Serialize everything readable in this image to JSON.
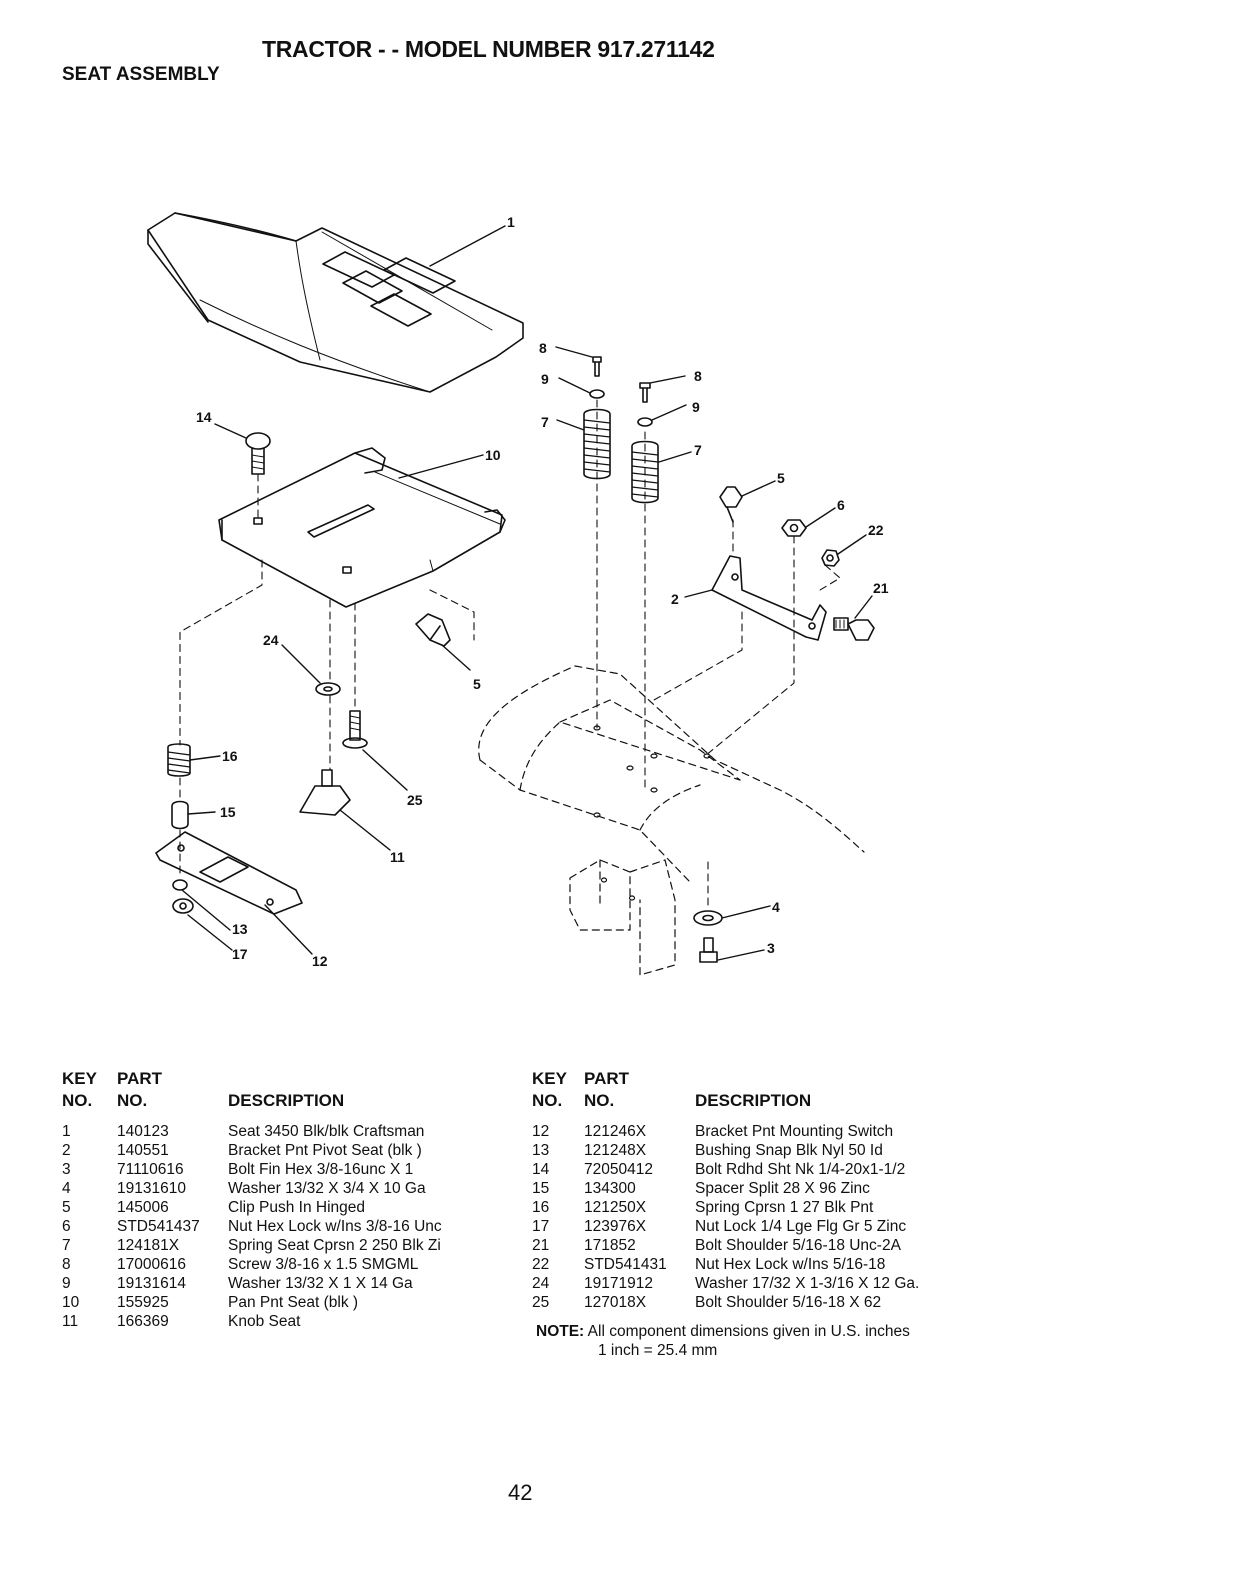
{
  "header": {
    "title": "TRACTOR - - MODEL NUMBER 917.271142",
    "subtitle": "SEAT ASSEMBLY"
  },
  "diagram": {
    "callouts": {
      "c1": "1",
      "c2": "2",
      "c3": "3",
      "c4": "4",
      "c5a": "5",
      "c5b": "5",
      "c6": "6",
      "c7a": "7",
      "c7b": "7",
      "c8a": "8",
      "c8b": "8",
      "c9a": "9",
      "c9b": "9",
      "c10": "10",
      "c11": "11",
      "c12": "12",
      "c13": "13",
      "c14": "14",
      "c15": "15",
      "c16": "16",
      "c17": "17",
      "c21": "21",
      "c22": "22",
      "c24": "24",
      "c25": "25"
    }
  },
  "table_headers": {
    "key_line1": "KEY",
    "key_line2": "NO.",
    "part_line1": "PART",
    "part_line2": "NO.",
    "description": "DESCRIPTION"
  },
  "parts_left": [
    {
      "key": "1",
      "part": "140123",
      "desc": "Seat 3450 Blk/blk Craftsman"
    },
    {
      "key": "2",
      "part": "140551",
      "desc": "Bracket Pnt Pivot Seat (blk )"
    },
    {
      "key": "3",
      "part": "71110616",
      "desc": "Bolt Fin Hex 3/8-16unc X 1"
    },
    {
      "key": "4",
      "part": "19131610",
      "desc": "Washer 13/32 X 3/4 X 10 Ga"
    },
    {
      "key": "5",
      "part": "145006",
      "desc": "Clip Push In Hinged"
    },
    {
      "key": "6",
      "part": "STD541437",
      "desc": "Nut Hex Lock w/Ins 3/8-16 Unc"
    },
    {
      "key": "7",
      "part": "124181X",
      "desc": "Spring Seat Cprsn 2 250 Blk Zi"
    },
    {
      "key": "8",
      "part": "17000616",
      "desc": "Screw 3/8-16 x 1.5 SMGML"
    },
    {
      "key": "9",
      "part": "19131614",
      "desc": "Washer 13/32 X 1 X 14 Ga"
    },
    {
      "key": "10",
      "part": "155925",
      "desc": "Pan Pnt Seat (blk )"
    },
    {
      "key": "11",
      "part": "166369",
      "desc": "Knob Seat"
    }
  ],
  "parts_right": [
    {
      "key": "12",
      "part": "121246X",
      "desc": "Bracket Pnt Mounting Switch"
    },
    {
      "key": "13",
      "part": "121248X",
      "desc": "Bushing Snap Blk Nyl 50 Id"
    },
    {
      "key": "14",
      "part": "72050412",
      "desc": "Bolt Rdhd Sht Nk 1/4-20x1-1/2"
    },
    {
      "key": "15",
      "part": "134300",
      "desc": "Spacer Split 28 X 96 Zinc"
    },
    {
      "key": "16",
      "part": "121250X",
      "desc": "Spring Cprsn 1 27 Blk Pnt"
    },
    {
      "key": "17",
      "part": "123976X",
      "desc": "Nut Lock 1/4 Lge Flg Gr 5 Zinc"
    },
    {
      "key": "21",
      "part": "171852",
      "desc": "Bolt Shoulder 5/16-18 Unc-2A"
    },
    {
      "key": "22",
      "part": "STD541431",
      "desc": "Nut Hex Lock w/Ins 5/16-18"
    },
    {
      "key": "24",
      "part": "19171912",
      "desc": "Washer 17/32 X 1-3/16 X 12 Ga."
    },
    {
      "key": "25",
      "part": "127018X",
      "desc": "Bolt Shoulder 5/16-18 X 62"
    }
  ],
  "note": {
    "label": "NOTE:",
    "text": "All component dimensions given in U.S. inches",
    "conversion": "1 inch = 25.4 mm"
  },
  "footer": {
    "page_number": "42"
  }
}
